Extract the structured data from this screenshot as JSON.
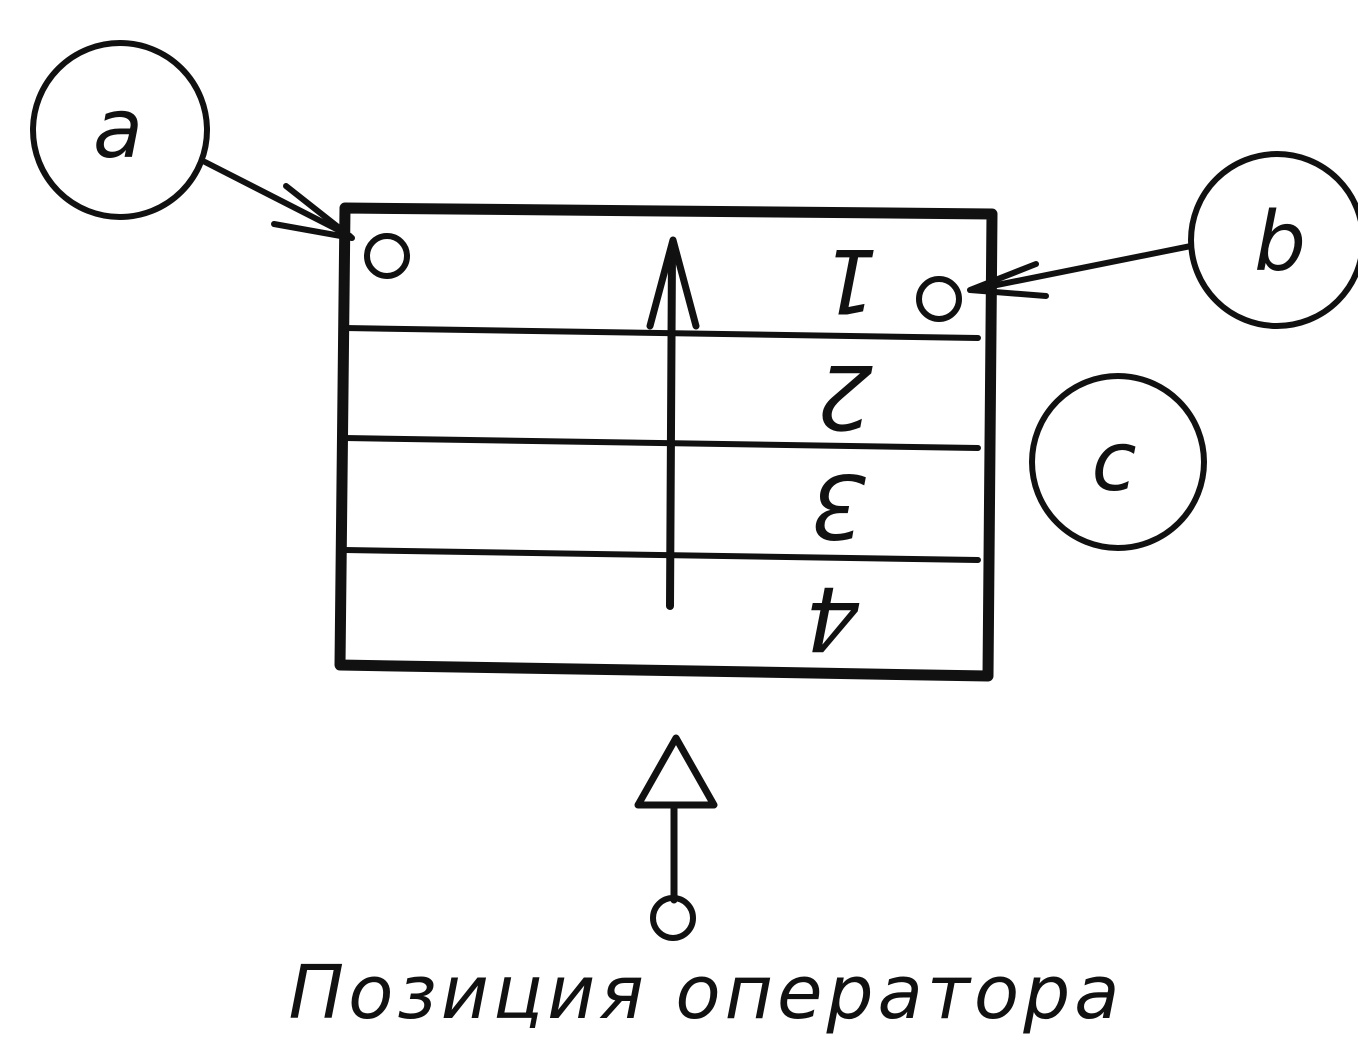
{
  "callouts": {
    "a": "a",
    "b": "b",
    "c": "c"
  },
  "rows": [
    "1",
    "2",
    "3",
    "4"
  ],
  "caption": "Позиция оператора"
}
